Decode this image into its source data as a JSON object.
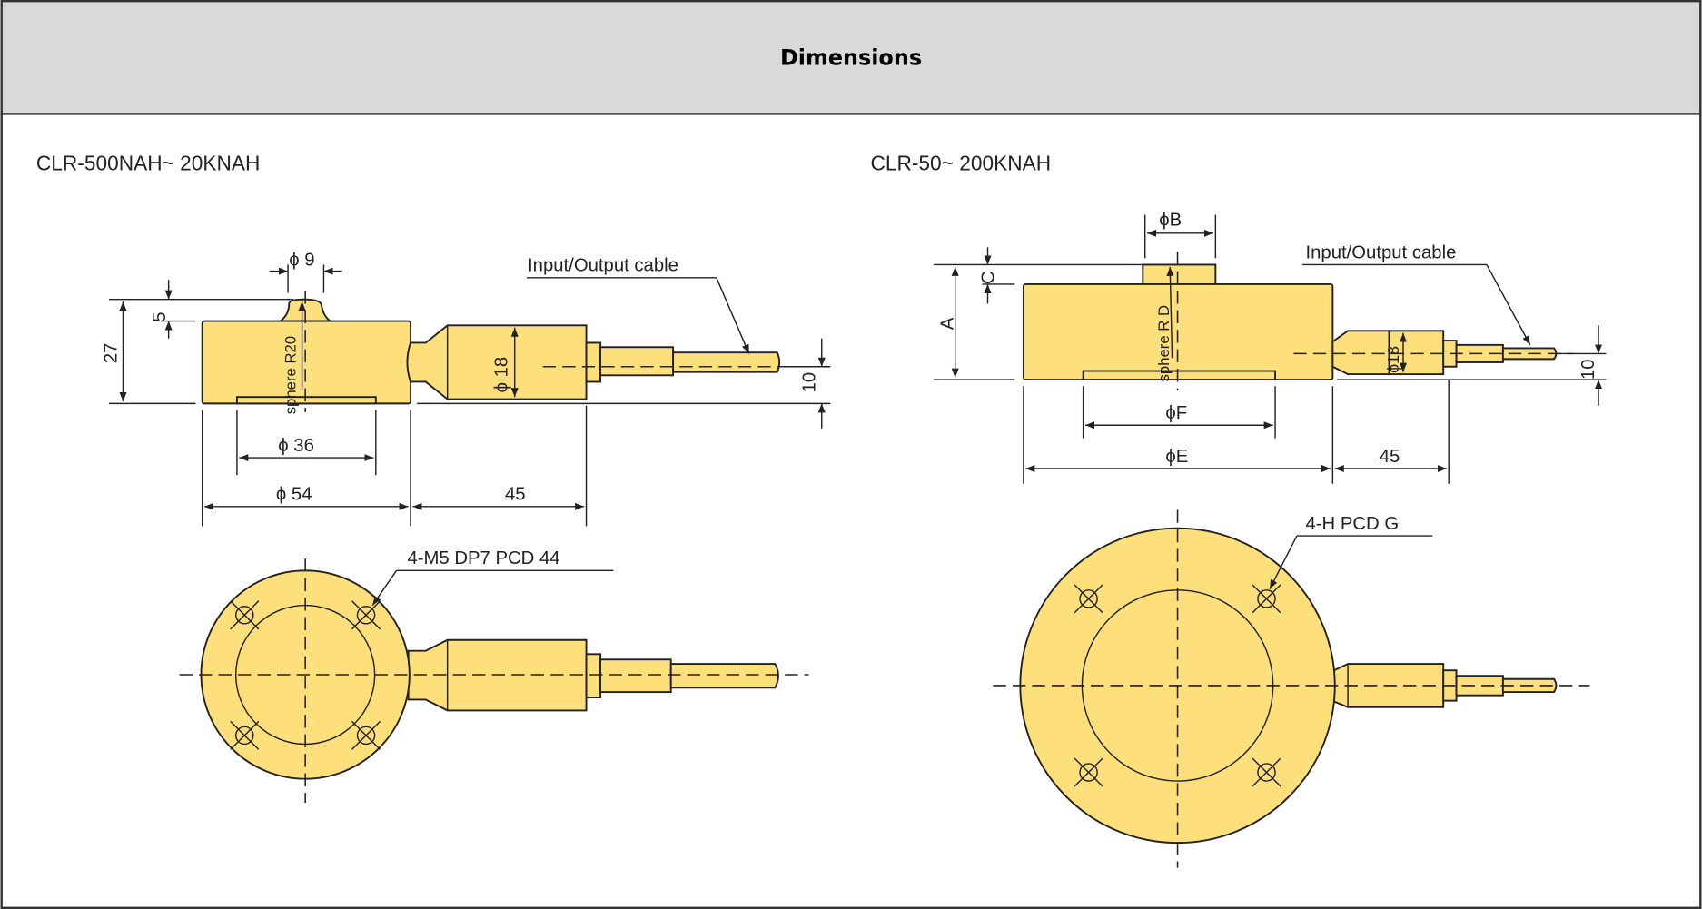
{
  "header": {
    "title": "Dimensions"
  },
  "left": {
    "model": "CLR-500NAH~ 20KNAH",
    "phi9": "ϕ 9",
    "dim5": "5",
    "dim27": "27",
    "sphere": "sphere R20",
    "phi18": "ϕ 18",
    "dim10": "10",
    "phi36": "ϕ 36",
    "phi54": "ϕ 54",
    "dim45": "45",
    "cable": "Input/Output cable",
    "holes": "4-M5 DP7  PCD 44"
  },
  "right": {
    "model": "CLR-50~ 200KNAH",
    "phiB": "ϕB",
    "dimC": "C",
    "dimA": "A",
    "sphere": "sphere R D",
    "phi18": "ϕ18",
    "dim10": "10",
    "phiF": "ϕF",
    "phiE": "ϕE",
    "dim45": "45",
    "cable": "Input/Output cable",
    "holes": "4-H  PCD G"
  },
  "colors": {
    "body": "#fddf7c",
    "header": "#d9d9d9"
  }
}
